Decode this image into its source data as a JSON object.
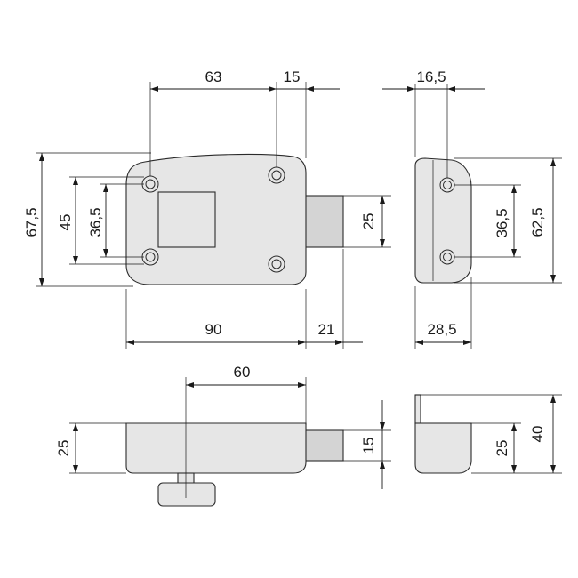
{
  "dimensions": {
    "front_top_width": "63",
    "front_top_offset": "15",
    "side_top_offset": "16,5",
    "front_height_overall": "67,5",
    "front_height_outer_holes": "45",
    "front_height_inner_holes": "36,5",
    "bolt_height_front": "25",
    "side_hole_spacing": "36,5",
    "side_height": "62,5",
    "front_width": "90",
    "bolt_projection": "21",
    "side_depth": "28,5",
    "bottom_width": "60",
    "bottom_height": "25",
    "bolt_height_bottom": "15",
    "bottom_side_height_inner": "25",
    "bottom_side_height_outer": "40"
  }
}
